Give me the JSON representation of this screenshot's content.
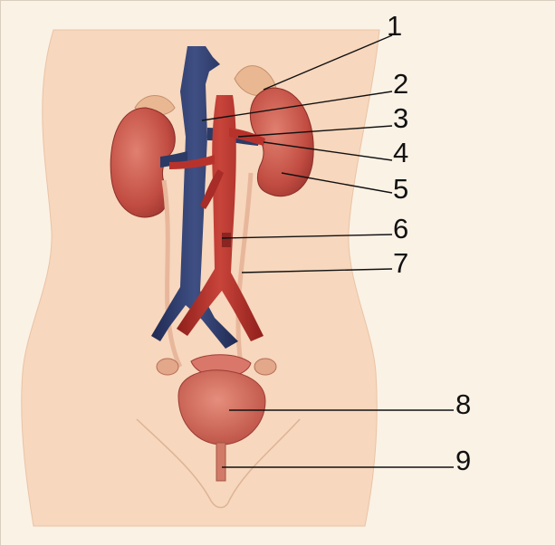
{
  "figure": {
    "labels": [
      {
        "id": "label-1",
        "text": "1"
      },
      {
        "id": "label-2",
        "text": "2"
      },
      {
        "id": "label-3",
        "text": "3"
      },
      {
        "id": "label-4",
        "text": "4"
      },
      {
        "id": "label-5",
        "text": "5"
      },
      {
        "id": "label-6",
        "text": "6"
      },
      {
        "id": "label-7",
        "text": "7"
      },
      {
        "id": "label-8",
        "text": "8"
      },
      {
        "id": "label-9",
        "text": "9"
      }
    ]
  },
  "colors": {
    "background": "#fbf2e6",
    "skin": "#f7d7bd",
    "kidney": "#c9564c",
    "artery": "#b8322c",
    "vein": "#2c3a66",
    "bladder": "#d46d5e",
    "ureter": "#e8b79b",
    "leader_line": "#111111"
  }
}
